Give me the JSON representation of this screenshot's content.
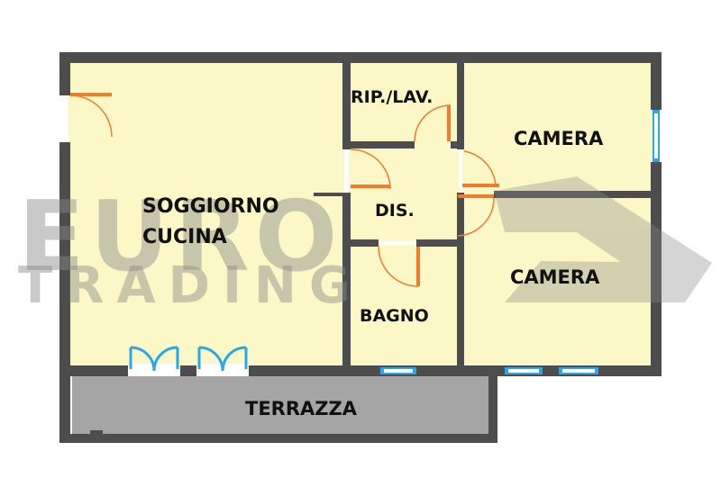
{
  "rooms": {
    "soggiorno_line1": "SOGGIORNO",
    "soggiorno_line2": "CUCINA",
    "ripostiglio": "RIP./LAV.",
    "disimpegno": "DIS.",
    "camera_1": "CAMERA",
    "camera_2": "CAMERA",
    "bagno": "BAGNO",
    "terrazza": "TERRAZZA"
  },
  "watermark": {
    "line1": "EURO",
    "line2": "TRADING"
  },
  "colors": {
    "floor": "#fbf7c6",
    "wall": "#4d4d4d",
    "terrace": "#a5a5a5",
    "door": "#f07c2c",
    "window": "#2aa7e6"
  }
}
